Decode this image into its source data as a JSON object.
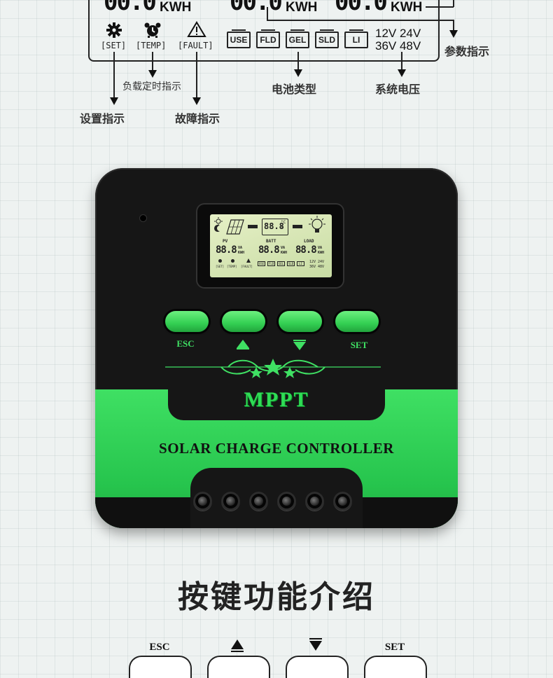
{
  "top_lcd": {
    "readouts": [
      {
        "digits": "00.0",
        "unit": "KWH"
      },
      {
        "digits": "00.0",
        "unit": "KWH"
      },
      {
        "digits": "00.0",
        "unit": "KWH"
      }
    ],
    "indicators": [
      {
        "label": "[SET]",
        "icon": "gear-icon"
      },
      {
        "label": "[TEMP]",
        "icon": "alarm-clock-icon"
      },
      {
        "label": "[FAULT]",
        "icon": "warning-triangle-icon"
      }
    ],
    "battery_types": [
      "USE",
      "FLD",
      "GEL",
      "SLD",
      "LI"
    ],
    "voltages": [
      "12V 24V",
      "36V 48V"
    ]
  },
  "callouts": {
    "parameter": "参数指示",
    "load_timer": "负载定时指示",
    "battery_type": "电池类型",
    "system_voltage": "系统电压",
    "setting": "设置指示",
    "fault": "故障指示"
  },
  "device": {
    "lcd": {
      "center_digits": "88.8",
      "center_units": "°C\n%",
      "sections": [
        {
          "label": "PV",
          "digits": "88.8",
          "unit_top": "VA",
          "unit_bottom": "KWH"
        },
        {
          "label": "BATT",
          "digits": "88.8",
          "unit_top": "VA",
          "unit_bottom": "KWH"
        },
        {
          "label": "LOAD",
          "digits": "88.8",
          "unit_top": "VA",
          "unit_bottom": "KWH"
        }
      ],
      "mini_indicators": [
        "[SET]",
        "[TEMP]",
        "[FAULT]"
      ],
      "mini_batt_types": [
        "USE",
        "FLD",
        "GEL",
        "SLD",
        "LI"
      ],
      "mini_volts": [
        "12V 24V",
        "36V 48V"
      ]
    },
    "buttons": [
      {
        "id": "esc",
        "label": "ESC"
      },
      {
        "id": "up",
        "label": ""
      },
      {
        "id": "down",
        "label": ""
      },
      {
        "id": "set",
        "label": "SET"
      }
    ],
    "brand": "MPPT",
    "product_label": "SOLAR CHARGE CONTROLLER",
    "terminal_count": 6,
    "accent_color": "#3fe063"
  },
  "section_heading": "按键功能介绍",
  "keys": [
    {
      "label": "ESC"
    },
    {
      "label": "",
      "icon": "up-triangle-icon"
    },
    {
      "label": "",
      "icon": "down-triangle-icon"
    },
    {
      "label": "SET"
    }
  ]
}
